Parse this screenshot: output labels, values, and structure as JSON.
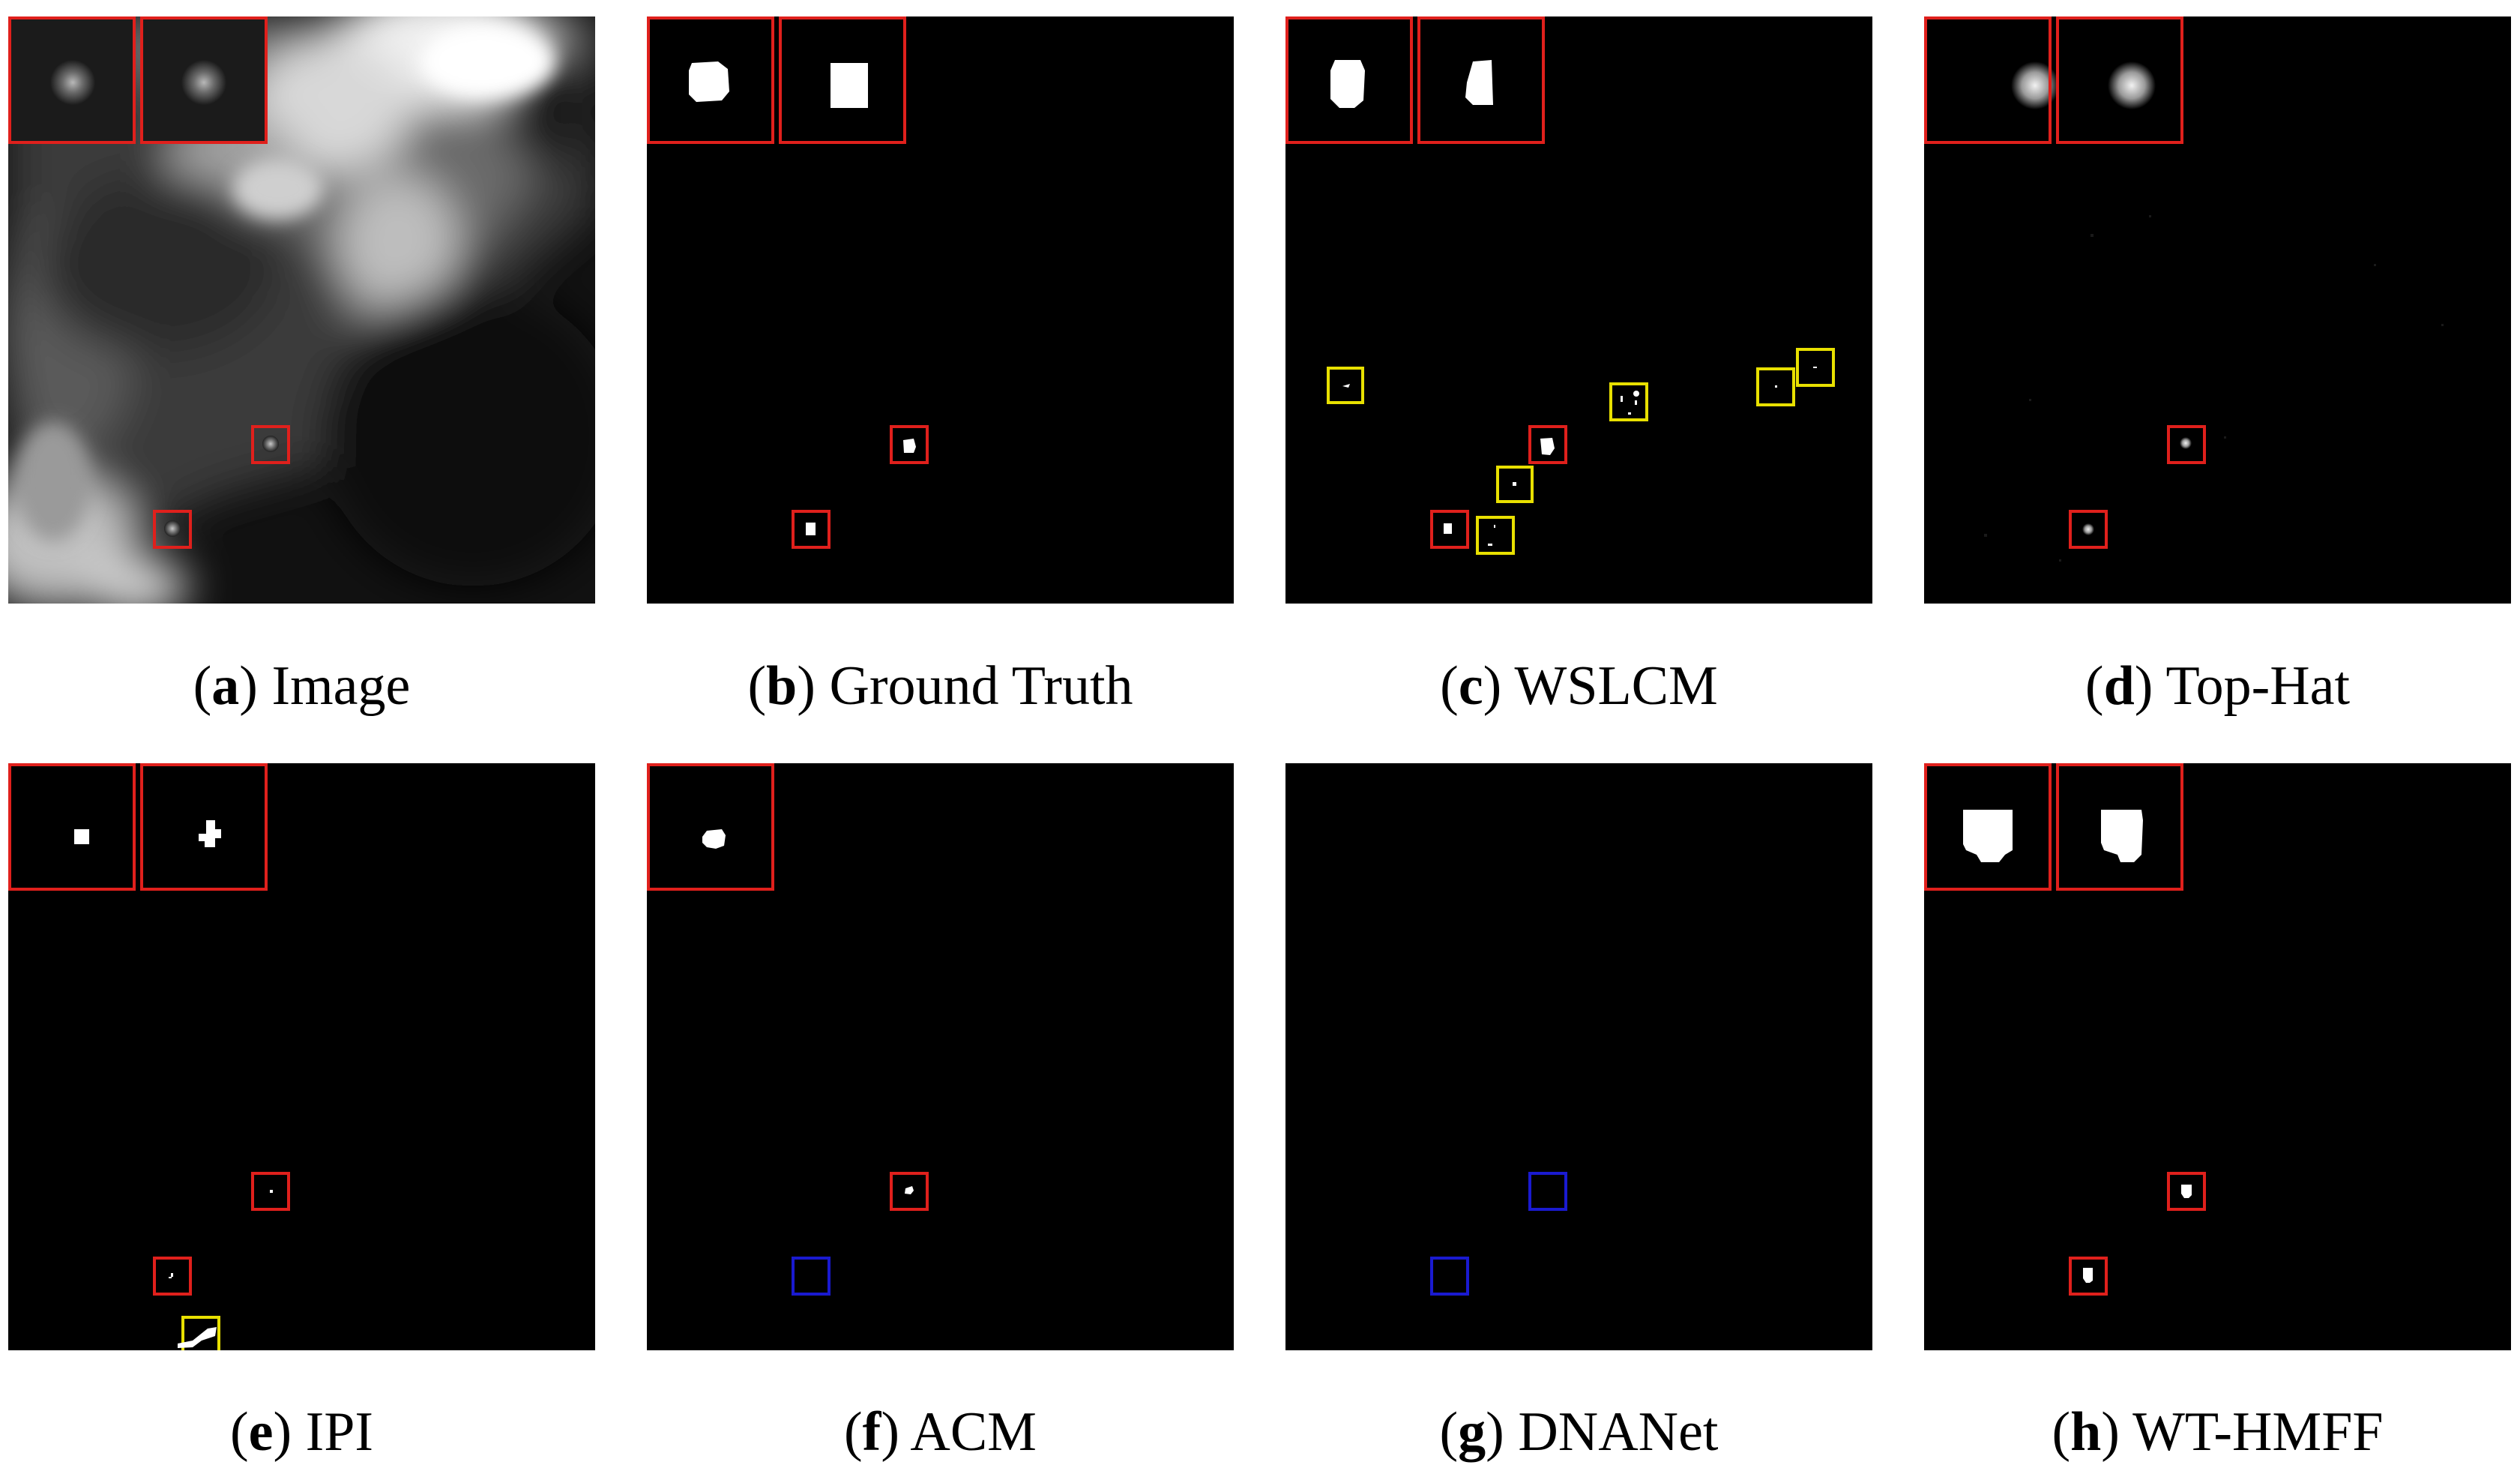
{
  "figure": {
    "panels": [
      {
        "id": "a",
        "label": "a",
        "name": "Image",
        "type": "image"
      },
      {
        "id": "b",
        "label": "b",
        "name": "Ground Truth",
        "type": "gt"
      },
      {
        "id": "c",
        "label": "c",
        "name": "WSLCM",
        "type": "wslcm"
      },
      {
        "id": "d",
        "label": "d",
        "name": "Top-Hat",
        "type": "tophat"
      },
      {
        "id": "e",
        "label": "e",
        "name": "IPI",
        "type": "ipi"
      },
      {
        "id": "f",
        "label": "f",
        "name": "ACM",
        "type": "acm"
      },
      {
        "id": "g",
        "label": "g",
        "name": "DNANet",
        "type": "dnanet"
      },
      {
        "id": "h",
        "label": "h",
        "name": "WT-HMFF",
        "type": "wthmff"
      }
    ],
    "colors": {
      "true_detection_box": "#e0201c",
      "false_alarm_box": "#e8e000",
      "missed_detection_box": "#1a1ad0",
      "background": "#000000",
      "target": "#ffffff"
    }
  }
}
